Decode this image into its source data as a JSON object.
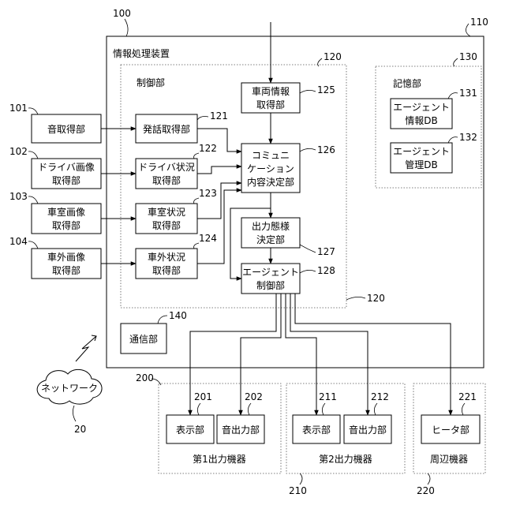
{
  "labels": {
    "device": "情報処理装置",
    "control": "制御部",
    "storage": "記憶部",
    "out1": "第1出力機器",
    "out2": "第2出力機器",
    "peripheral": "周辺機器",
    "network": "ネットワーク"
  },
  "boxes": {
    "sound_acq": [
      "音取得部"
    ],
    "driver_img": [
      "ドライバ画像",
      "取得部"
    ],
    "cabin_img": [
      "車室画像",
      "取得部"
    ],
    "outside_img": [
      "車外画像",
      "取得部"
    ],
    "speech_acq": [
      "発話取得部"
    ],
    "driver_status": [
      "ドライバ状況",
      "取得部"
    ],
    "cabin_status": [
      "車室状況",
      "取得部"
    ],
    "outside_status": [
      "車外状況",
      "取得部"
    ],
    "vehicle_info": [
      "車両情報",
      "取得部"
    ],
    "comm_content": [
      "コミュニ",
      "ケーション",
      "内容決定部"
    ],
    "output_mode": [
      "出力態様",
      "決定部"
    ],
    "agent_ctrl": [
      "エージェント",
      "制御部"
    ],
    "agent_info_db": [
      "エージェント",
      "情報DB"
    ],
    "agent_mgmt_db": [
      "エージェント",
      "管理DB"
    ],
    "comm_unit": [
      "通信部"
    ],
    "display1": [
      "表示部"
    ],
    "sound_out1": [
      "音出力部"
    ],
    "display2": [
      "表示部"
    ],
    "sound_out2": [
      "音出力部"
    ],
    "heater": [
      "ヒータ部"
    ]
  },
  "refs": {
    "r100": "100",
    "r110": "110",
    "r120a": "120",
    "r120b": "120",
    "r101": "101",
    "r102": "102",
    "r103": "103",
    "r104": "104",
    "r121": "121",
    "r122": "122",
    "r123": "123",
    "r124": "124",
    "r125": "125",
    "r126": "126",
    "r127": "127",
    "r128": "128",
    "r130": "130",
    "r131": "131",
    "r132": "132",
    "r140": "140",
    "r20": "20",
    "r200": "200",
    "r201": "201",
    "r202": "202",
    "r210": "210",
    "r211": "211",
    "r212": "212",
    "r220": "220",
    "r221": "221"
  }
}
